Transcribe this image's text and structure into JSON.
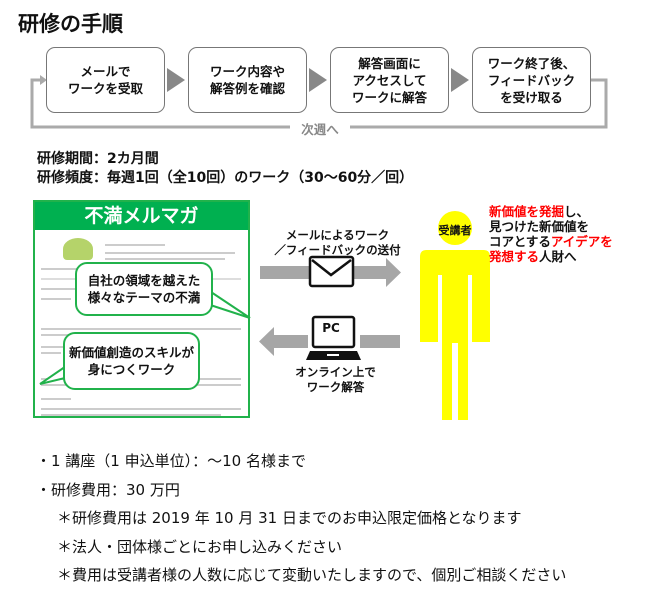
{
  "title": "研修の手順",
  "steps": [
    "メールで\nワークを受取",
    "ワーク内容や\n解答例を確認",
    "解答画面に\nアクセスして\nワークに解答",
    "ワーク終了後、\nフィードバック\nを受け取る"
  ],
  "loop_label": "次週へ",
  "period": "研修期間：2カ月間",
  "frequency": "研修頻度：毎週1回（全10回）のワーク（30～60分／回）",
  "newsletter": {
    "title": "不満メルマガ",
    "bubble1": "自社の領域を越えた\n様々なテーマの不満",
    "bubble2": "新価値創造のスキルが\n身につくワーク"
  },
  "mail_label": "メールによるワーク\n／フィードバックの送付",
  "pc_label": "オンライン上で\nワーク解答",
  "pc_text": "PC",
  "person_label": "受講者",
  "outcome": {
    "p1": "新価値を発掘",
    "p2": "し、\n見つけた新価値を\nコアとする",
    "p3": "アイデアを\n発想する",
    "p4": "人財へ"
  },
  "bottom": [
    "・1 講座（1 申込単位）：～10 名様まで",
    "・研修費用：30 万円",
    "＊研修費用は 2019 年 10 月 31 日までのお申込限定価格となります",
    "＊法人・団体様ごとにお申し込みください",
    "＊費用は受講者様の人数に応じて変動いたしますので、個別ご相談ください"
  ],
  "colors": {
    "green": "#00b050",
    "yellow": "#ffff00",
    "red": "#ff0000",
    "gray": "#a6a6a6"
  }
}
